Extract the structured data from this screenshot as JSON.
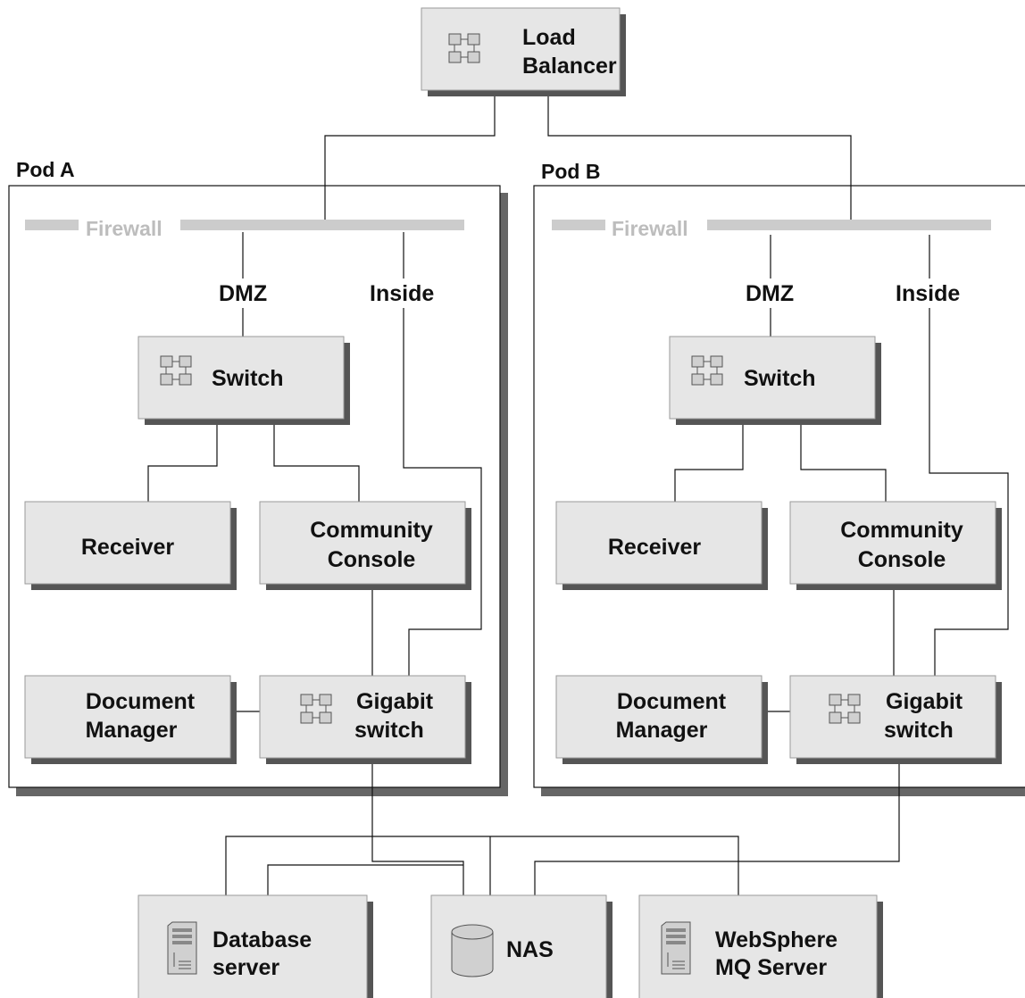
{
  "top": {
    "load_balancer": [
      "Load",
      "Balancer"
    ]
  },
  "pods": [
    {
      "title": "Pod A",
      "firewall": "Firewall",
      "dmz": "DMZ",
      "inside": "Inside",
      "switch": "Switch",
      "receiver": "Receiver",
      "community_console": [
        "Community",
        "Console"
      ],
      "document_manager": [
        "Document",
        "Manager"
      ],
      "gigabit_switch": [
        "Gigabit",
        "switch"
      ]
    },
    {
      "title": "Pod B",
      "firewall": "Firewall",
      "dmz": "DMZ",
      "inside": "Inside",
      "switch": "Switch",
      "receiver": "Receiver",
      "community_console": [
        "Community",
        "Console"
      ],
      "document_manager": [
        "Document",
        "Manager"
      ],
      "gigabit_switch": [
        "Gigabit",
        "switch"
      ]
    }
  ],
  "bottom": {
    "database_server": [
      "Database",
      "server"
    ],
    "nas": "NAS",
    "websphere_mq": [
      "WebSphere",
      "MQ Server"
    ]
  },
  "icons": {
    "load_balancer": "network-switch-icon",
    "switch": "network-switch-icon",
    "gigabit_switch": "network-switch-icon",
    "database_server": "server-tower-icon",
    "nas": "storage-cylinder-icon",
    "websphere_mq": "server-tower-icon"
  }
}
